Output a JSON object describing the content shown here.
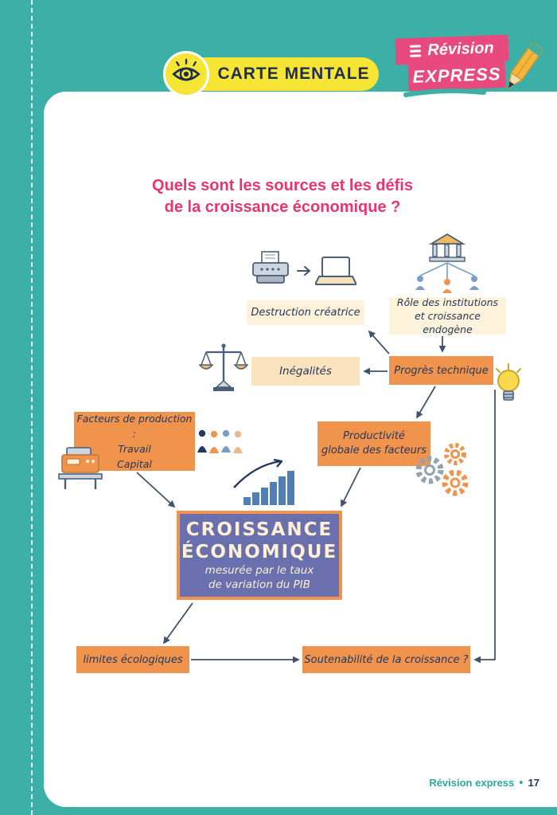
{
  "header": {
    "badge": "CARTE MENTALE",
    "logo": {
      "line1": "Révision",
      "line2": "EXPRESS"
    }
  },
  "title": {
    "line1": "Quels sont les sources et les défis",
    "line2": "de la croissance économique ?"
  },
  "mindmap": {
    "destruction": "Destruction créatrice",
    "institutions_l1": "Rôle des institutions",
    "institutions_l2": "et croissance endogène",
    "inegalites": "Inégalités",
    "progres": "Progrès technique",
    "facteurs_l1": "Facteurs de production :",
    "facteurs_l2": "Travail",
    "facteurs_l3": "Capital",
    "productivite_l1": "Productivité",
    "productivite_l2": "globale des facteurs",
    "central_l1": "CROISSANCE",
    "central_l2": "ÉCONOMIQUE",
    "central_l3": "mesurée par le taux",
    "central_l4": "de variation du PIB",
    "limites": "limites écologiques",
    "soutenabilite": "Soutenabilité de la croissance ?"
  },
  "footer": {
    "label": "Révision express",
    "bullet": "•",
    "page": "17"
  },
  "icons": [
    "eye-icon",
    "menu-icon",
    "pencil-icon",
    "typewriter-icon",
    "arrow-right-icon",
    "laptop-icon",
    "institution-icon",
    "scales-icon",
    "lightbulb-icon",
    "people-group-icon",
    "machine-icon",
    "gears-icon",
    "bar-chart-icon"
  ],
  "colors": {
    "teal": "#3cafa6",
    "pink": "#e84a7d",
    "title_pink": "#e8356f",
    "yellow": "#f6e534",
    "orange": "#f0944d",
    "cream": "#fdf2da",
    "peach": "#fae3bd",
    "purple": "#6a6fae",
    "navy": "#24375c",
    "arrow": "#42536b"
  }
}
